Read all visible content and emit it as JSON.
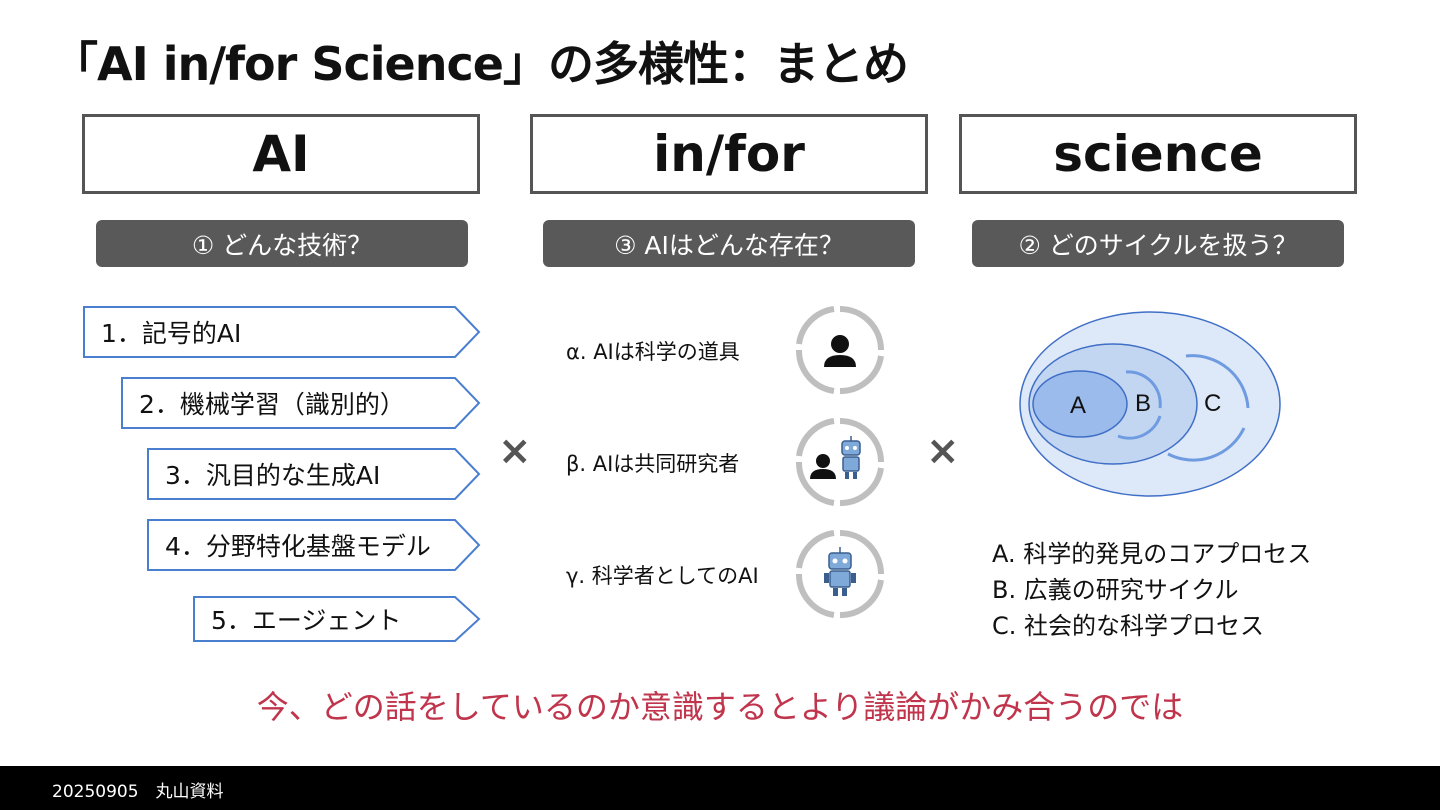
{
  "title": "「AI in/for Science」の多様性：まとめ",
  "headers": [
    {
      "label": "AI"
    },
    {
      "label": "in/for"
    },
    {
      "label": "science"
    }
  ],
  "questions": [
    {
      "label": "① どんな技術？"
    },
    {
      "label": "③ AIはどんな存在？"
    },
    {
      "label": "② どのサイクルを扱う？"
    }
  ],
  "tech_list": [
    "1．記号的AI",
    "2．機械学習（識別的）",
    "3．汎目的な生成AI",
    "4．分野特化基盤モデル",
    "5．エージェント"
  ],
  "multiply_symbol": "×",
  "ai_roles": [
    {
      "label": "α. AIは科学の道具",
      "icon": "person-icon"
    },
    {
      "label": "β. AIは共同研究者",
      "icon": "person-and-robot-icon"
    },
    {
      "label": "γ. 科学者としてのAI",
      "icon": "robot-icon"
    }
  ],
  "cycle_diagram": {
    "labels": [
      "A",
      "B",
      "C"
    ],
    "colors": {
      "outer": "#dde8f8",
      "middle": "#c2d6f2",
      "inner": "#9bbbec",
      "stroke": "#3f6fc6",
      "arrow": "#6f9be0"
    }
  },
  "cycle_legend": [
    "A. 科学的発見のコアプロセス",
    "B. 広義の研究サイクル",
    "C. 社会的な科学プロセス"
  ],
  "conclusion": "今、どの話をしているのか意識するとより議論がかみ合うのでは",
  "footer": "20250905　丸山資料",
  "colors": {
    "accent_red": "#c0344c",
    "pentagon_stroke": "#4a7fd0",
    "gray_bar": "#595959"
  }
}
